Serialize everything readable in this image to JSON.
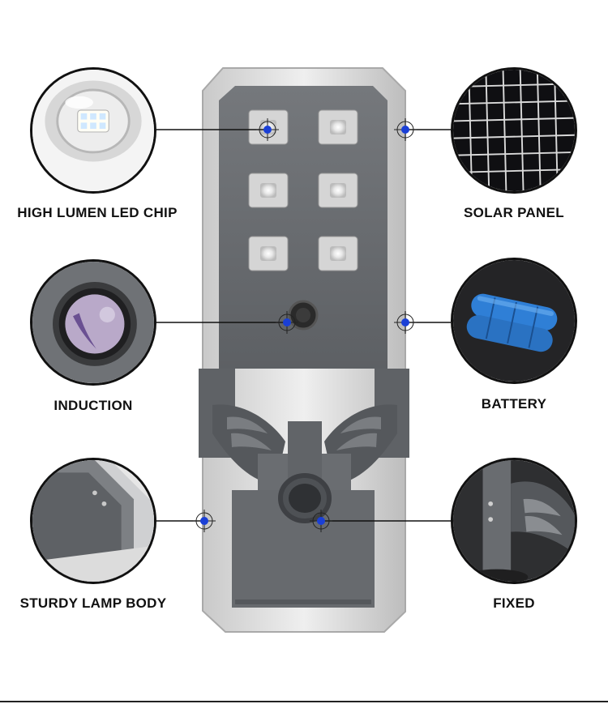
{
  "features": {
    "led_chip": {
      "label": "HIGH LUMEN LED CHIP",
      "icon": "led-chip-closeup"
    },
    "solar_panel": {
      "label": "SOLAR PANEL",
      "icon": "solar-grid-closeup"
    },
    "induction": {
      "label": "INDUCTION",
      "icon": "sensor-lens-closeup"
    },
    "battery": {
      "label": "BATTERY",
      "icon": "blue-cell-pack"
    },
    "lamp_body": {
      "label": "STURDY LAMP BODY",
      "icon": "aluminium-corner-closeup"
    },
    "fixed": {
      "label": "FIXED",
      "icon": "mounting-bracket-closeup"
    }
  },
  "colors": {
    "marker": "#1a3fd6",
    "frame": "#d9d9d9",
    "panel": "#6b6e72",
    "battery": "#2f7fd6"
  }
}
